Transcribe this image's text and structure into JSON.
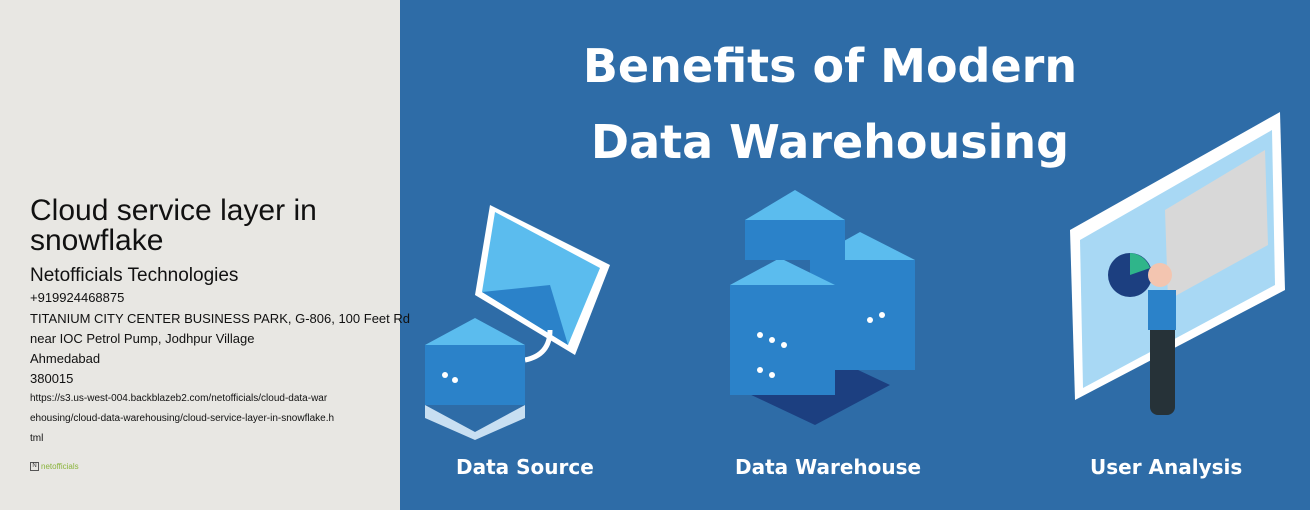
{
  "left": {
    "title": "Cloud service layer in snowflake",
    "company": "Netofficials Technologies",
    "phone": "+919924468875",
    "address1": "TITANIUM CITY CENTER BUSINESS PARK, G-806, 100 Feet Rd",
    "address2": "near IOC Petrol Pump, Jodhpur Village",
    "city": "Ahmedabad",
    "zip": "380015",
    "url_lines": [
      "https://s3.us-west-004.backblazeb2.com/netofficials/cloud-data-war",
      "ehousing/cloud-data-warehousing/cloud-service-layer-in-snowflake.h",
      "tml"
    ],
    "logo_text": "netofficials"
  },
  "hero": {
    "title_line1": "Benefits of Modern",
    "title_line2": "Data Warehousing",
    "captions": [
      "Data Source",
      "Data Warehouse",
      "User Analysis"
    ],
    "colors": {
      "background": "#2e6ca7",
      "light": "#5bbcee",
      "dark": "#1c3f80"
    }
  }
}
